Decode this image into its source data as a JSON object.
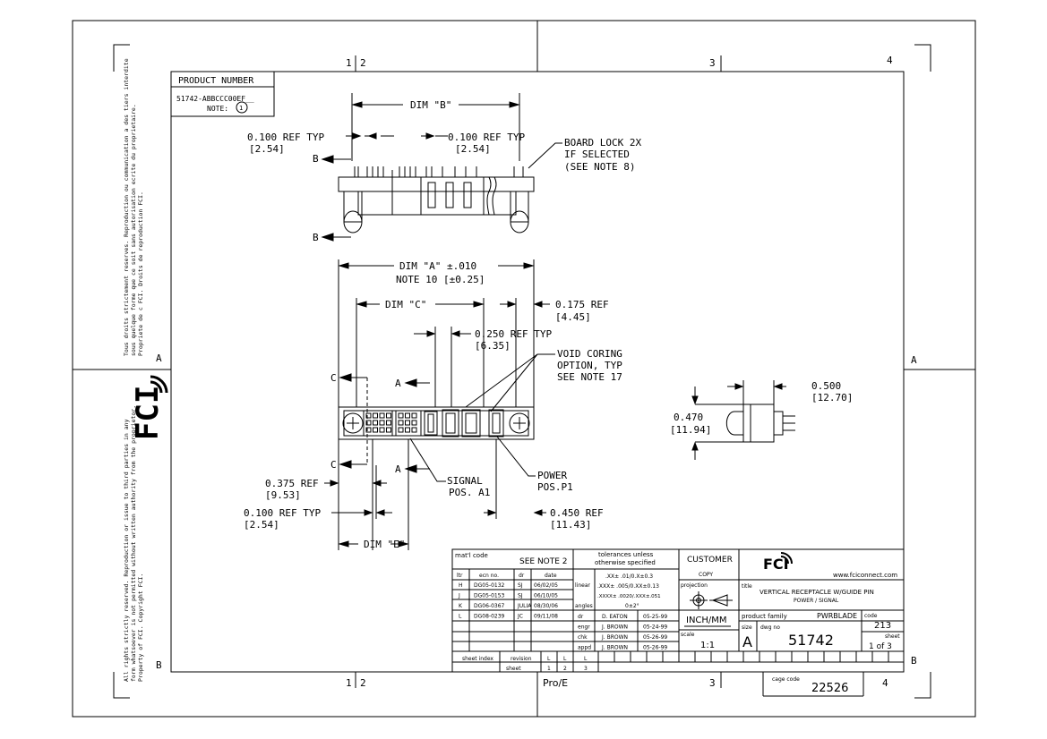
{
  "zones": {
    "top": [
      "1",
      "2",
      "3",
      "4"
    ],
    "bottom": [
      "1",
      "2",
      "3",
      "4"
    ],
    "left": [
      "A",
      "B"
    ],
    "right": [
      "A",
      "B"
    ]
  },
  "product_number": {
    "header": "PRODUCT NUMBER",
    "value": "51742-ABBCCC00EF__",
    "note": "NOTE:",
    "note_ref": "1"
  },
  "side_text": {
    "fr_1": "Tous droits strictement reserves.  Reproduction ou communication a des tiers interdite",
    "fr_2": "sous quelque forme que ce soit sans autorisation ecrite du proprietaire.",
    "fr_3": "Propriete de c FCI.  Droits de reproduction FCI.",
    "en_1": "All rights strictly reserved.  Reproduction or issue to third parties in any",
    "en_2": "form whatsoever is not permitted without written authority from the proprietor.",
    "en_3": "Property of FCI.  Copyright FCI."
  },
  "logo": "FCI",
  "top_view": {
    "dim_b": "DIM \"B\"",
    "pitch_left_1": "0.100  REF TYP",
    "pitch_left_2": "[2.54]",
    "pitch_right_1": "0.100  REF TYP",
    "pitch_right_2": "[2.54]",
    "board_lock_1": "BOARD LOCK 2X",
    "board_lock_2": "IF SELECTED",
    "board_lock_3": "(SEE NOTE 8)",
    "section_b": "B"
  },
  "front_view": {
    "dim_a_1": "DIM \"A\" ±.010",
    "dim_a_2": "NOTE 10 [±0.25]",
    "dim_c": "DIM \"C\"",
    "ref175_1": "0.175 REF",
    "ref175_2": "[4.45]",
    "ref250_1": "0.250 REF TYP",
    "ref250_2": "[6.35]",
    "void_1": "VOID CORING",
    "void_2": "OPTION, TYP",
    "void_3": "SEE NOTE 17",
    "section_c": "C",
    "section_a": "A",
    "signal_1": "SIGNAL",
    "signal_2": "POS. A1",
    "power_1": "POWER",
    "power_2": "POS.P1",
    "ref375_1": "0.375 REF",
    "ref375_2": "[9.53]",
    "ref100_1": "0.100 REF TYP",
    "ref100_2": "[2.54]",
    "ref450_1": "0.450  REF",
    "ref450_2": "[11.43]",
    "dim_e": "DIM \"E\""
  },
  "side_view": {
    "ref500_1": "0.500",
    "ref500_2": "[12.70]",
    "h470_1": "0.470",
    "h470_2": "[11.94]"
  },
  "title_block": {
    "matl_code": "mat'l code",
    "see_note": "SEE NOTE 2",
    "rev_headers": [
      "ltr",
      "ecn no.",
      "dr",
      "date"
    ],
    "revisions": [
      [
        "H",
        "DG05-0132",
        "SJ",
        "06/02/05"
      ],
      [
        "J",
        "DG05-0153",
        "SJ",
        "06/10/05"
      ],
      [
        "K",
        "DG06-0367",
        "JULIA",
        "08/30/06"
      ],
      [
        "L",
        "DG08-0239",
        "JC",
        "09/11/08"
      ]
    ],
    "tol_header_1": "tolerances unless",
    "tol_header_2": "otherwise specified",
    "tol_rows": [
      {
        "label": "linear",
        "lines": [
          ".XX± .01/0.X±0.3",
          ".XXX± .005/0.XX±0.13",
          ".XXXX± .0020/.XXX±.051"
        ]
      },
      {
        "label": "angles",
        "lines": [
          "0±2°"
        ]
      }
    ],
    "approvals": [
      [
        "dr",
        "D. EATON",
        "05-25-99"
      ],
      [
        "engr",
        "J. BROWN",
        "05-24-99"
      ],
      [
        "chk",
        "J. BROWN",
        "05-26-99"
      ],
      [
        "appd",
        "J. BROWN",
        "05-26-99"
      ]
    ],
    "customer": "CUSTOMER",
    "copy": "COPY",
    "projection": "projection",
    "units": "INCH/MM",
    "scale_label": "scale",
    "scale": "1:1",
    "website": "www.fciconnect.com",
    "title_label": "title",
    "title_1": "VERTICAL RECEPTACLE W/GUIDE PIN",
    "title_2": "POWER / SIGNAL",
    "product_family_label": "product family",
    "product_family": "PWRBLADE",
    "code_label": "code",
    "code": "213",
    "size_label": "size",
    "size": "A",
    "dwg_no_label": "dwg no",
    "dwg_no": "51742",
    "sheet_label": "sheet",
    "sheet": "1 of 3",
    "sheet_index": "sheet index",
    "revision_label": "revision",
    "sheet_word": "sheet",
    "sheet_index_vals": [
      "L",
      "L",
      "L"
    ],
    "sheet_index_nums": [
      "1",
      "2",
      "3"
    ],
    "cad": "Pro/E",
    "cage_code_label": "cage code",
    "cage_code": "22526"
  }
}
